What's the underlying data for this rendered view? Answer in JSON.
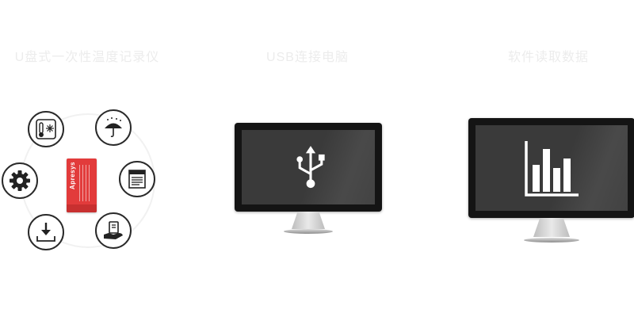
{
  "captions": {
    "step1": "U盘式一次性温度记录仪",
    "step2": "USB连接电脑",
    "step3": "软件读取数据"
  },
  "device": {
    "brand": "Apresys"
  },
  "icons": {
    "diagram": [
      "thermometer-icon",
      "umbrella-icon",
      "report-icon",
      "hand-device-icon",
      "download-icon",
      "gear-icon"
    ],
    "monitor1": "usb-icon",
    "monitor2": "bar-chart-icon"
  },
  "colors": {
    "device_red": "#e23b3b",
    "screen": "#3a3a3a",
    "bezel": "#141414"
  }
}
